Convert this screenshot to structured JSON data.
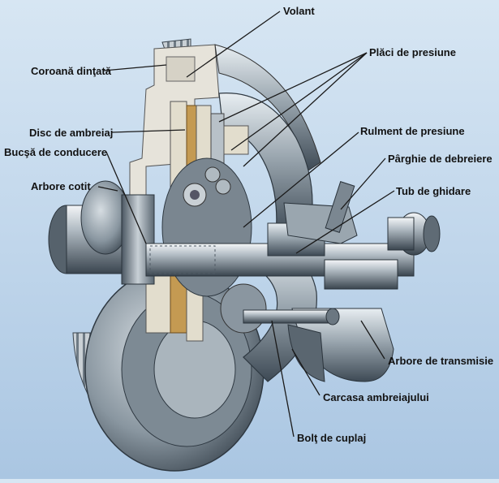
{
  "diagram": {
    "labels": {
      "volant": "Volant",
      "coroana_dintata": "Coroană dinţată",
      "placi_de_presiune": "Plăci de presiune",
      "disc_de_ambreiaj": "Disc de ambreiaj",
      "rulment_de_presiune": "Rulment de presiune",
      "bucsa_de_conducere": "Bucşă de conducere",
      "parghie_de_debreiere": "Pârghie de debreiere",
      "arbore_cotit": "Arbore cotit",
      "tub_de_ghidare": "Tub de ghidare",
      "arbore_de_transmisie": "Arbore de transmisie",
      "carcasa_ambreiajului": "Carcasa ambreiajului",
      "bolt_de_cuplaj": "Bolţ de cuplaj"
    },
    "colors": {
      "background": "#c9dcee",
      "metal_light": "#c8d0d6",
      "metal_dark": "#4a5661",
      "cut_face": "#e6e3da",
      "leader_line": "#1a1a1a",
      "label_text": "#121212"
    }
  }
}
